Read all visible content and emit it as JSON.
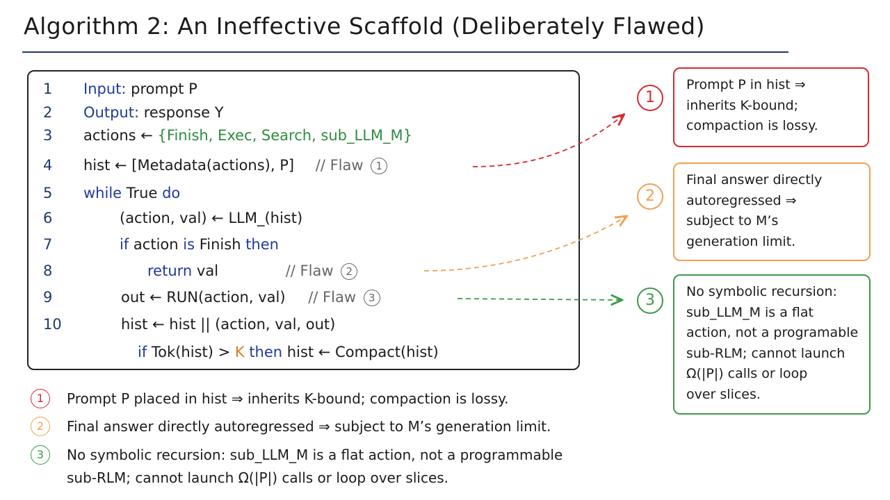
{
  "title": "Algorithm 2: An Ineffective Scaffold (Deliberately Flawed)",
  "lines": [
    {
      "n": "1",
      "kw": "Input:",
      "text": "prompt P"
    },
    {
      "n": "2",
      "kw": "Output:",
      "text": "response Y"
    },
    {
      "n": "3",
      "lhs": "actions ←",
      "open": "{",
      "set": "Finish, Exec, Search, sub_LLM_M",
      "close": "}"
    },
    {
      "n": "4",
      "text": "hist ← [Metadata(actions), P]",
      "comment": "// Flaw",
      "flaw": "1"
    },
    {
      "n": "5",
      "kw1": "while",
      "text": "True",
      "kw2": "do"
    },
    {
      "n": "6",
      "text": "(action, val) ← LLM_(hist)"
    },
    {
      "n": "7",
      "kw1": "if",
      "text1": "action",
      "kw2": "is",
      "text2": "Finish",
      "kw3": "then"
    },
    {
      "n": "8",
      "kw": "return",
      "text": "val",
      "comment": "// Flaw",
      "flaw": "2"
    },
    {
      "n": "9",
      "text": "out ← RUN(action, val)",
      "comment": "// Flaw",
      "flaw": "3"
    },
    {
      "n": "10",
      "text": "hist ← hist || (action, val, out)"
    },
    {
      "n": "",
      "kw1": "if",
      "text1": "Tok(hist) >",
      "k": "K",
      "kw2": "then",
      "text2": "hist ← Compact(hist)"
    }
  ],
  "notes": [
    {
      "badge": "1",
      "color": "#d8282e",
      "text": [
        "Prompt P in hist ⇒",
        "inherits K-bound;",
        "compaction is lossy."
      ]
    },
    {
      "badge": "2",
      "color": "#f0a050",
      "text": [
        "Final answer directly",
        "autoregressed ⇒",
        "subject to M’s",
        "generation limit."
      ]
    },
    {
      "badge": "3",
      "color": "#3a9a48",
      "text": [
        "No symbolic recursion:",
        "sub_LLM_M is a flat",
        "action, not a programable",
        "sub-RLM; cannot launch",
        "Ω(|P|) calls or loop",
        "over slices."
      ]
    }
  ],
  "footnotes": [
    {
      "badge": "1",
      "color": "#d8282e",
      "lines": [
        "Prompt P placed in hist ⇒ inherits K-bound; compaction is lossy."
      ]
    },
    {
      "badge": "2",
      "color": "#f0a050",
      "lines": [
        "Final answer directly autoregressed ⇒ subject to M’s generation limit."
      ]
    },
    {
      "badge": "3",
      "color": "#3a9a48",
      "lines": [
        "No symbolic recursion: sub_LLM_M is a flat action, not a programmable",
        "sub-RLM; cannot launch Ω(|P|) calls or loop over slices."
      ]
    }
  ]
}
